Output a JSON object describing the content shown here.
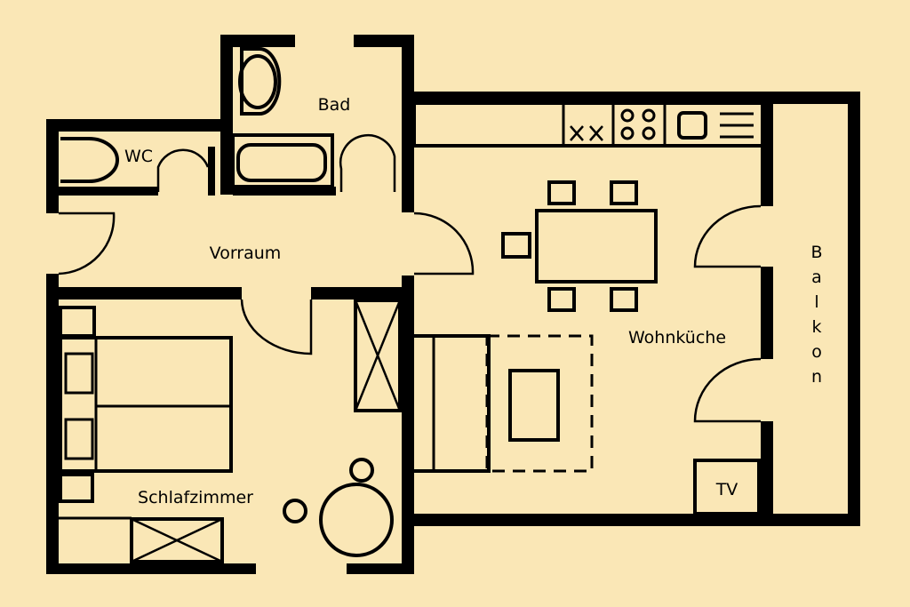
{
  "rooms": {
    "bad": "Bad",
    "wc": "WC",
    "vorraum": "Vorraum",
    "wohnkueche": "Wohnküche",
    "schlafzimmer": "Schlafzimmer",
    "balkon_letters": [
      "B",
      "a",
      "l",
      "k",
      "o",
      "n"
    ],
    "tv": "TV"
  },
  "colors": {
    "background": "#FAE7B6",
    "lines": "#000000"
  }
}
